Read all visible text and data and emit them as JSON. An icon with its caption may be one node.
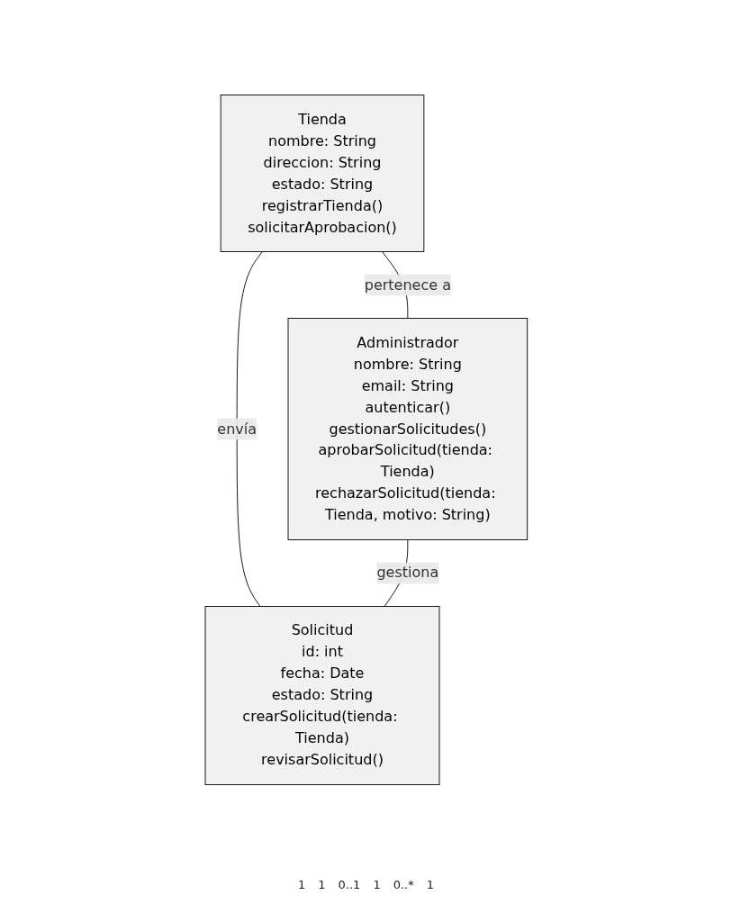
{
  "diagram": {
    "nodes": [
      {
        "text": [
          "Tienda",
          "nombre: String",
          "direccion: String",
          "estado: String",
          "registrarTienda()",
          "solicitarAprobacion()"
        ]
      },
      {
        "text": [
          "Administrador",
          "nombre: String",
          "email: String",
          "autenticar()",
          "gestionarSolicitudes()",
          "aprobarSolicitud(tienda: Tienda)",
          "rechazarSolicitud(tienda: Tienda, motivo: String)"
        ]
      },
      {
        "text": [
          "Solicitud",
          "id: int",
          "fecha: Date",
          "estado: String",
          "crearSolicitud(tienda: Tienda)",
          "revisarSolicitud()"
        ]
      }
    ],
    "edges": [
      {
        "from": 0,
        "to": 1,
        "arrow": "none",
        "label": "pertenece a"
      },
      {
        "from": 0,
        "to": 2,
        "arrow": "none",
        "label": "envía"
      },
      {
        "from": 1,
        "to": 2,
        "arrow": "none",
        "label": "gestiona"
      }
    ],
    "labels": [
      "1",
      "1",
      "0..1",
      "1",
      "0..*",
      "1"
    ]
  }
}
